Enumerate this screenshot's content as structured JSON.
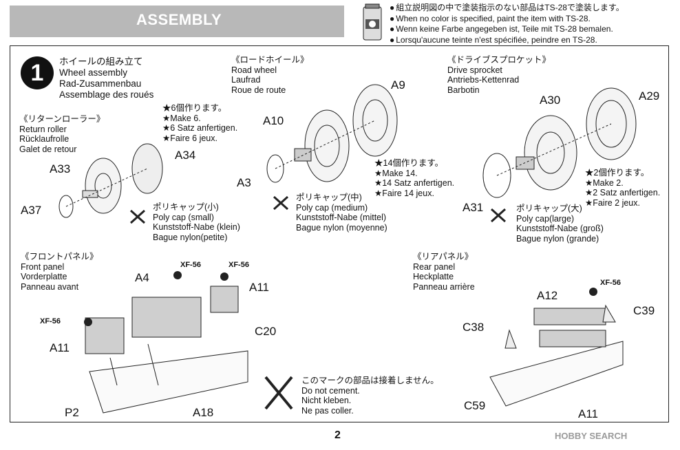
{
  "header": {
    "title": "ASSEMBLY",
    "notes": [
      "組立説明図の中で塗装指示のない部品はTS-28で塗装します。",
      "When no color is specified, paint the item with TS-28.",
      "Wenn keine Farbe angegeben ist, Teile mit TS-28 bemalen.",
      "Lorsqu'aucune teinte n'est spécifiée, peindre en TS-28."
    ]
  },
  "step": {
    "number": "1",
    "title_lines": [
      "ホイールの組み立て",
      "Wheel assembly",
      "Rad-Zusammenbau",
      "Assemblage des roués"
    ]
  },
  "return_roller": {
    "title_lines": [
      "《リターンローラー》",
      "Return roller",
      "Rücklaufrolle",
      "Galet de retour"
    ],
    "make_lines": [
      "★6個作ります。",
      "★Make 6.",
      "★6 Satz anfertigen.",
      "★Faire 6 jeux."
    ],
    "polycap_lines": [
      "ポリキャップ(小)",
      "Poly cap (small)",
      "Kunststoff-Nabe (klein)",
      "Bague nylon(petite)"
    ],
    "parts": [
      "A33",
      "A34",
      "A37"
    ]
  },
  "road_wheel": {
    "title_lines": [
      "《ロードホイール》",
      "Road wheel",
      "Laufrad",
      "Roue de route"
    ],
    "make_lines": [
      "★14個作ります。",
      "★Make 14.",
      "★14 Satz anfertigen.",
      "★Faire 14 jeux."
    ],
    "polycap_lines": [
      "ポリキャップ(中)",
      "Poly cap (medium)",
      "Kunststoff-Nabe (mittel)",
      "Bague nylon (moyenne)"
    ],
    "parts": [
      "A9",
      "A10",
      "A3"
    ]
  },
  "drive_sprocket": {
    "title_lines": [
      "《ドライブスプロケット》",
      "Drive sprocket",
      "Antriebs-Kettenrad",
      "Barbotin"
    ],
    "make_lines": [
      "★2個作ります。",
      "★Make 2.",
      "★2 Satz anfertigen.",
      "★Faire 2 jeux."
    ],
    "polycap_lines": [
      "ポリキャップ(大)",
      "Poly cap(large)",
      "Kunststoff-Nabe (groß)",
      "Bague nylon (grande)"
    ],
    "parts": [
      "A30",
      "A29",
      "A31"
    ]
  },
  "front_panel": {
    "title_lines": [
      "《フロントパネル》",
      "Front panel",
      "Vorderplatte",
      "Panneau avant"
    ],
    "paint": [
      "XF-56",
      "XF-56",
      "XF-56"
    ],
    "parts": [
      "A4",
      "A11",
      "C20",
      "A11",
      "P2",
      "A18"
    ]
  },
  "rear_panel": {
    "title_lines": [
      "《リアパネル》",
      "Rear panel",
      "Heckplatte",
      "Panneau arrière"
    ],
    "paint": [
      "XF-56"
    ],
    "parts": [
      "A12",
      "C39",
      "C38",
      "C59",
      "A11"
    ]
  },
  "no_cement": {
    "lines": [
      "このマークの部品は接着しません。",
      "Do not cement.",
      "Nicht kleben.",
      "Ne pas coller."
    ]
  },
  "footer": {
    "page_number": "2",
    "watermark": "HOBBY SEARCH"
  },
  "colors": {
    "header_bar": "#b8b8b8",
    "ink": "#111111",
    "watermark": "#9a9a9a"
  },
  "icons": [
    "paint-can-icon",
    "no-cement-icon",
    "polycap-icon"
  ]
}
